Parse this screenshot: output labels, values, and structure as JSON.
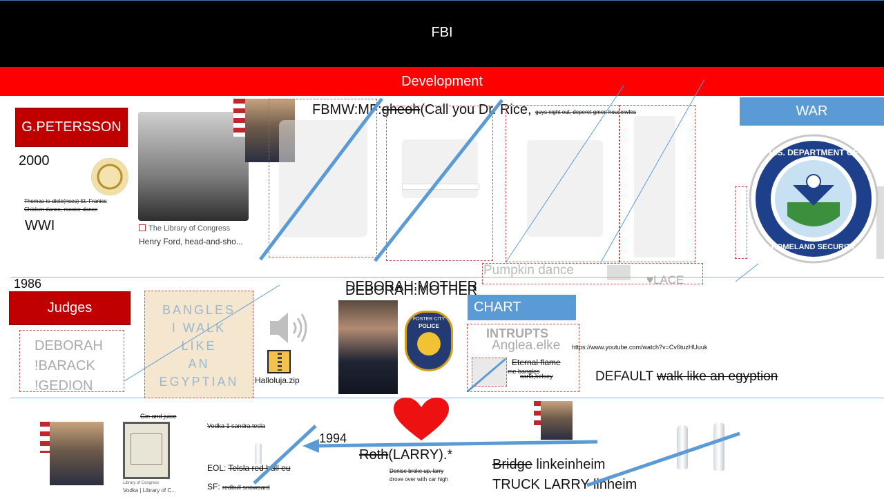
{
  "header": {
    "title": "FBI"
  },
  "development": {
    "title": "Development"
  },
  "left_panel": {
    "name_box": "G.PETERSSON",
    "year": "2000",
    "struck_note_1": "Thomas-is-dicte(nces) St. Franics",
    "struck_note_2": "Chicken dance, rooster dance",
    "era": "WWI"
  },
  "ford_card": {
    "source": "The Library of Congress",
    "caption": "Henry Ford, head-and-sho..."
  },
  "rice_heading": {
    "prefix": "FBMW:MF:",
    "struck": "gheoh",
    "rest": "(Call you Dr. Rice,",
    "small_struck": "guys night out, deperet gmen houseiwfes"
  },
  "war_box": {
    "label": "WAR"
  },
  "dhs_seal": {
    "top_text": "U.S. DEPARTMENT OF",
    "bottom_text": "HOMELAND SECURITY"
  },
  "middle_notes": {
    "pumpkin": "Pumpkin dance",
    "lace": "♥LACE"
  },
  "section_two": {
    "year": "1986",
    "judges": "Judges",
    "names": [
      "DEBORAH",
      "!BARACK",
      "!GEDION"
    ],
    "bangles_lines": [
      "BANGLES",
      "I WALK",
      "LIKE",
      "AN",
      "EGYPTIAN"
    ],
    "zip_label": "Halloluja.zip",
    "deborah_1": "DEBORAH:MOTHER",
    "deborah_2": "DEBORAH:MOTHER",
    "badge_top": "FOSTER CITY",
    "badge_bottom": "POLICE",
    "chart_box": "CHART",
    "intrupts": "INTRUPTS",
    "anglea": "Anglea.elke",
    "url": "https://www.youtube.com/watch?v=Cv6tuzHUuuk",
    "eternal": "Eternal flame",
    "bangles_small": "me bangles",
    "carla": "carla,kelsey",
    "default_label": "DEFAULT",
    "default_struck": "walk like an egyption"
  },
  "section_three": {
    "gin": "Gin and juice",
    "book_caption_1": "Library of Congress",
    "book_caption_2": "Vodka | Library of C...",
    "vodka": "Vodka 1 sandra.tesla",
    "eol_label": "EOL:",
    "eol_struck": "Telsla red bull eu",
    "sf_label": "SF:",
    "sf_struck": "redbull snowoard",
    "year": "1994",
    "roth_struck": "Roth",
    "roth_rest": "(LARRY).*",
    "denise": "Denise broke up, larry",
    "denise_2": "drove over with car high",
    "bridge_struck": "Bridge",
    "bridge_rest": "linkeinheim",
    "truck": "TRUCK LARRY linheim"
  },
  "colors": {
    "header_bg": "#000000",
    "dev_bg": "#ff0000",
    "redbox": "#c00000",
    "bluebox": "#5b9bd5",
    "line_blue": "#5b9bd5",
    "heart": "#ee1111"
  },
  "icons": [
    "speaker-icon",
    "zip-icon",
    "heart-icon",
    "dhs-seal-icon",
    "police-badge-icon",
    "university-seal-icon"
  ]
}
